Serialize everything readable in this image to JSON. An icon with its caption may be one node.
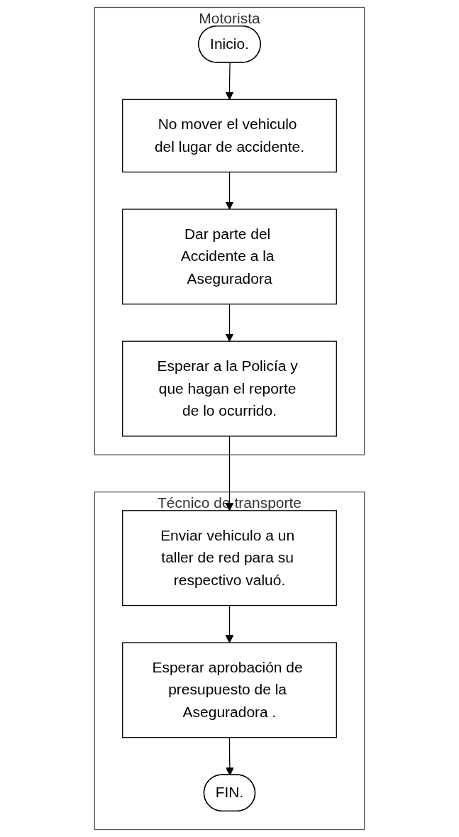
{
  "diagram": {
    "nodes": [
      {
        "text": [
          "Motorista"
        ]
      },
      {
        "text": [
          "Inicio."
        ],
        "in": 0
      },
      {
        "text": [
          "No mover el vehiculo del lugar de accidente."
        ],
        "in": 0
      },
      {
        "text": [
          "Dar parte del Accidente a la Aseguradora"
        ],
        "in": 0
      },
      {
        "text": [
          "Esperar a la Policía y que hagan el reporte de lo ocurrido."
        ],
        "in": 0
      },
      {
        "text": [
          "Técnico de transporte"
        ]
      },
      {
        "text": [
          "Enviar vehiculo a un taller de red para su respectivo valuó."
        ],
        "in": 5
      },
      {
        "text": [
          "Esperar aprobación de presupuesto de la Aseguradora ."
        ],
        "in": 5
      },
      {
        "text": [
          "FIN."
        ],
        "in": 5
      }
    ],
    "edges": [
      {
        "from": 1,
        "to": 2,
        "arrow": "to"
      },
      {
        "from": 2,
        "to": 3,
        "arrow": "to"
      },
      {
        "from": 3,
        "to": 4,
        "arrow": "to"
      },
      {
        "from": 4,
        "to": 6,
        "arrow": "to"
      },
      {
        "from": 6,
        "to": 7,
        "arrow": "to"
      },
      {
        "from": 7,
        "to": 8,
        "arrow": "to"
      }
    ]
  }
}
